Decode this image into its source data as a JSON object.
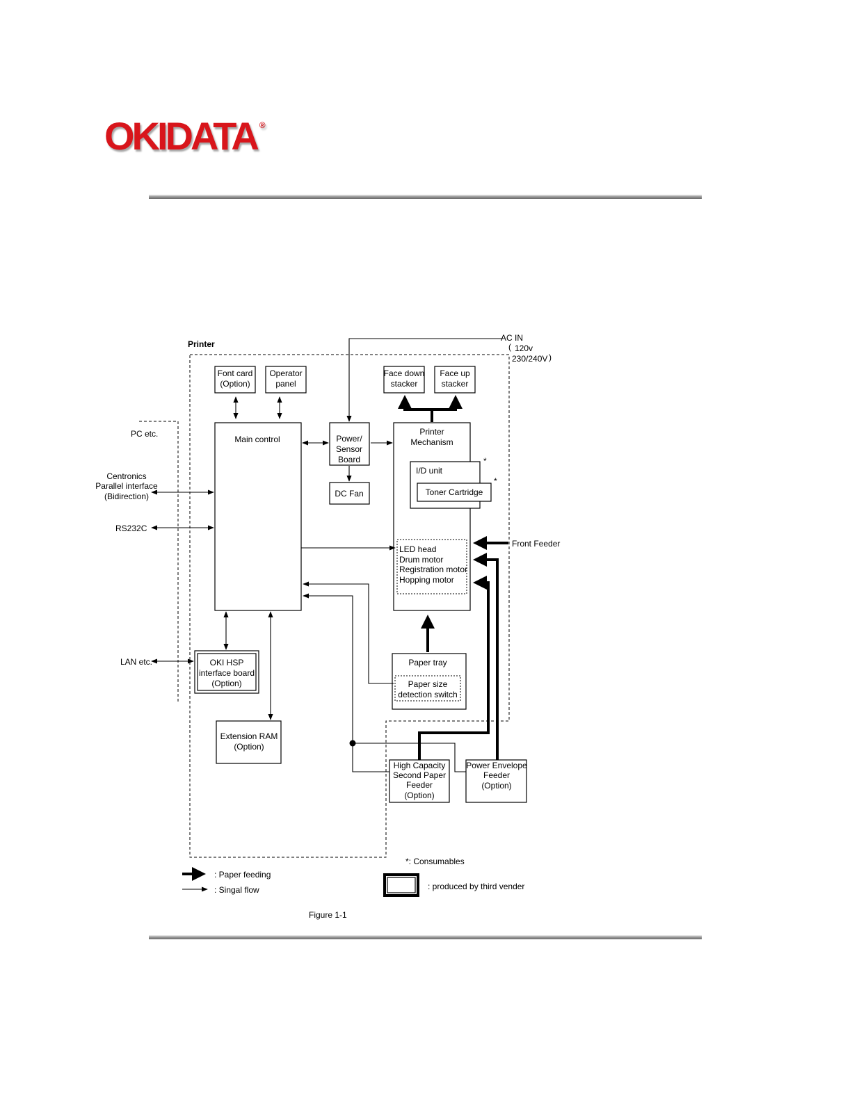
{
  "brand": {
    "logo_text": "OKIDATA",
    "registered_mark": "®",
    "color": "#d8151b"
  },
  "diagram": {
    "printer_label": "Printer",
    "ac_in": {
      "label": "AC IN",
      "v1": "120v",
      "v2": "230/240V"
    },
    "blocks": {
      "font_card": [
        "Font card",
        "(Option)"
      ],
      "operator_panel": [
        "Operator",
        "panel"
      ],
      "face_down_stacker": [
        "Face down",
        "stacker"
      ],
      "face_up_stacker": [
        "Face up",
        "stacker"
      ],
      "main_control": [
        "Main control"
      ],
      "power_sensor_board": [
        "Power/",
        "Sensor",
        "Board"
      ],
      "printer_mechanism": [
        "Printer",
        "Mechanism"
      ],
      "id_unit": [
        "I/D unit"
      ],
      "toner_cartridge": [
        "Toner Cartridge"
      ],
      "dc_fan": [
        "DC Fan"
      ],
      "led_group": [
        "LED head",
        "Drum motor",
        "Registration motor",
        "Hopping motor"
      ],
      "paper_tray": [
        "Paper tray"
      ],
      "paper_size_switch": [
        "Paper size",
        "detection switch"
      ],
      "oki_hsp": [
        "OKI HSP",
        "interface board",
        "(Option)"
      ],
      "extension_ram": [
        "Extension RAM",
        "(Option)"
      ],
      "high_capacity_feeder": [
        "High Capacity",
        "Second Paper",
        "Feeder",
        "(Option)"
      ],
      "power_envelope_feeder": [
        "Power Envelope",
        "Feeder",
        "(Option)"
      ]
    },
    "external": {
      "pc": "PC etc.",
      "centronics": [
        "Centronics",
        "Parallel interface",
        "(Bidirection)"
      ],
      "rs232c": "RS232C",
      "lan": "LAN etc.",
      "front_feeder": "Front Feeder"
    },
    "asterisk": "*",
    "legend": {
      "consumables": "*:  Consumables",
      "paper_feeding": ":  Paper feeding",
      "signal_flow": ":  Singal flow",
      "third_vendor": ":  produced by third vender"
    },
    "figure_caption": "Figure 1-1"
  }
}
